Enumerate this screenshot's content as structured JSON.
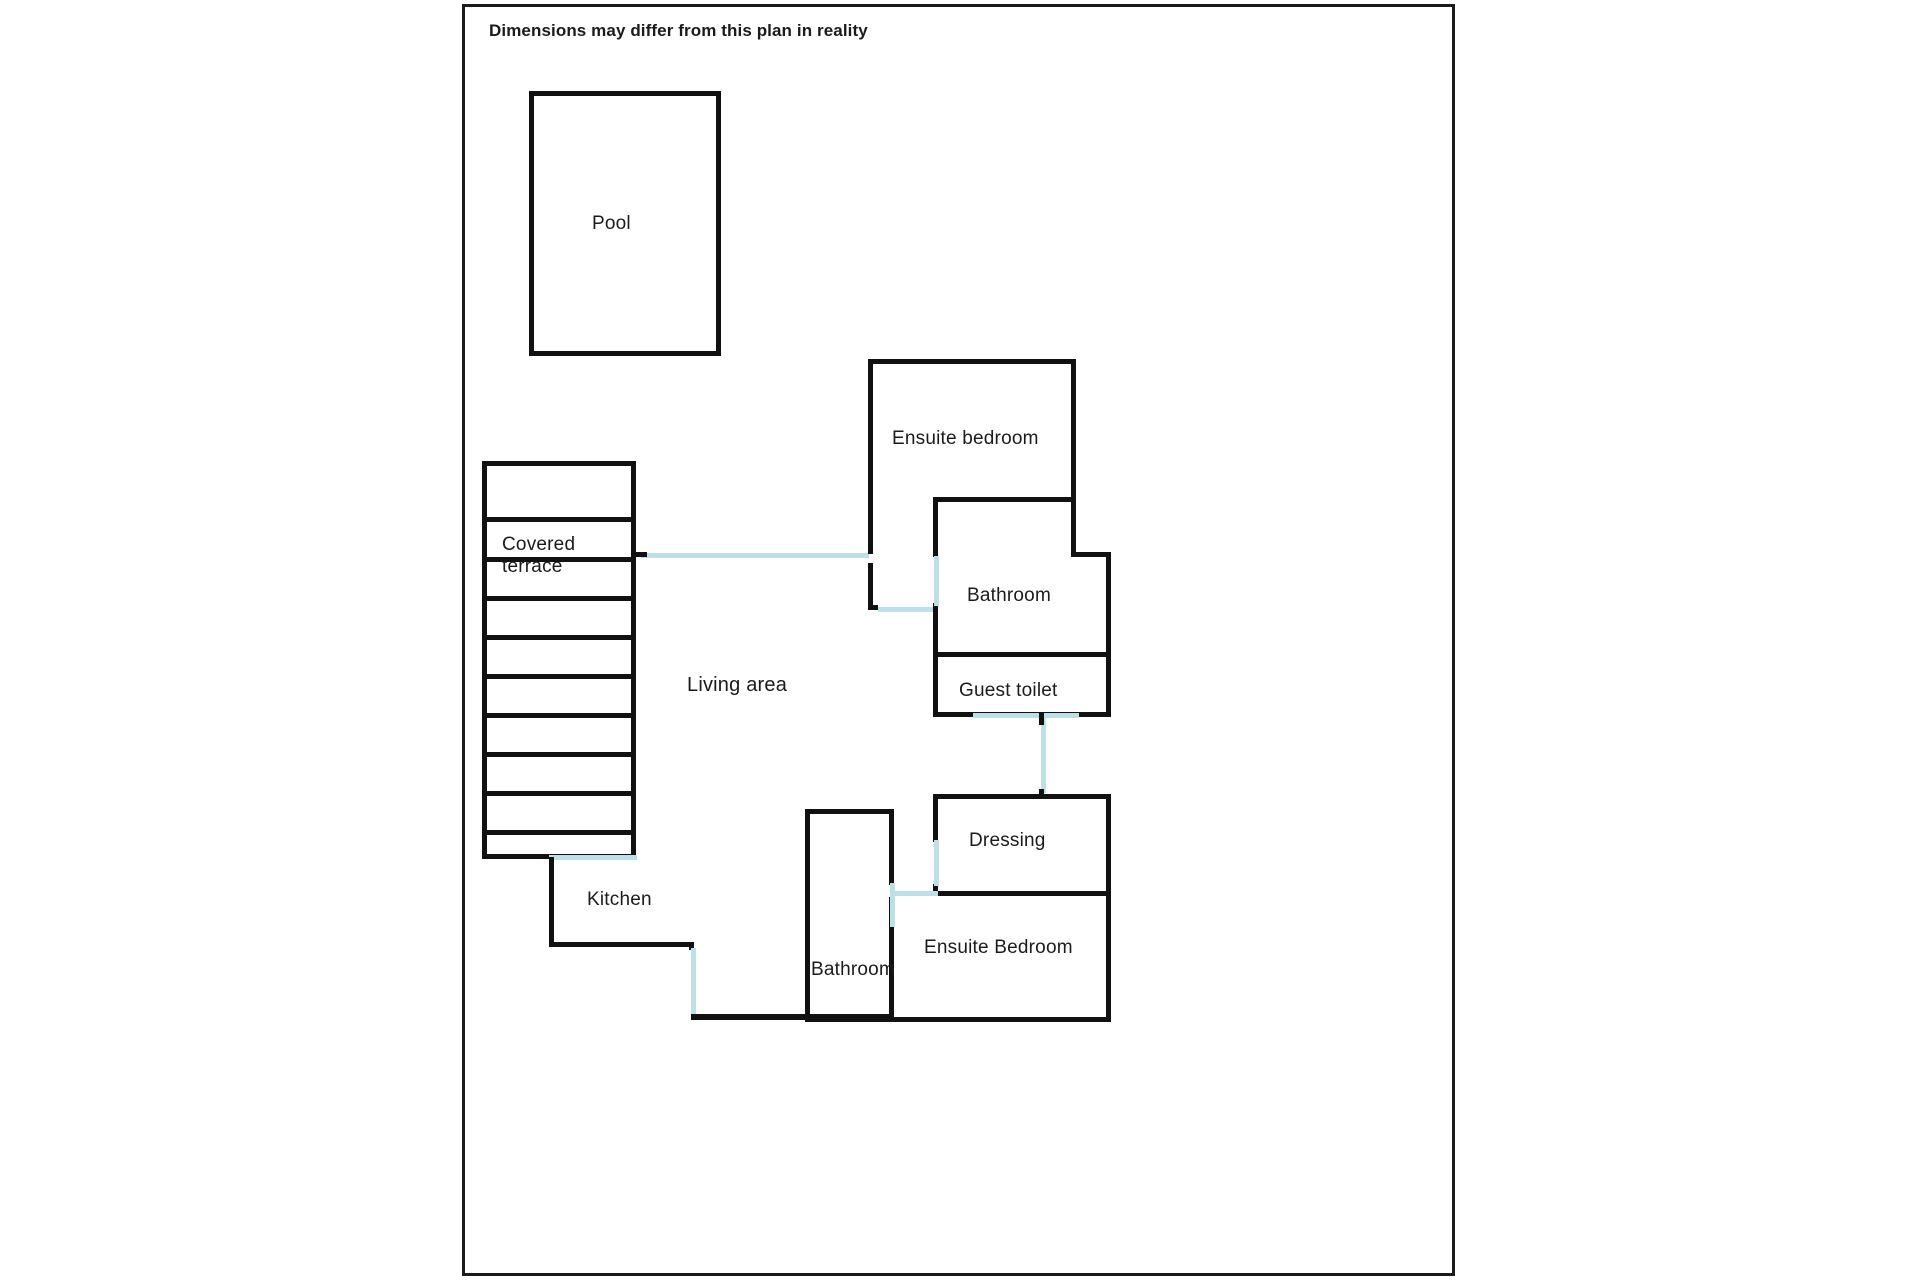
{
  "plan": {
    "disclaimer": "Dimensions may differ from this plan in reality",
    "colors": {
      "wall": "#111111",
      "door": "#bcdfe8",
      "background": "#ffffff",
      "text": "#1b1b1b"
    },
    "rooms": [
      {
        "id": "pool",
        "label": "Pool"
      },
      {
        "id": "covered-terrace",
        "label_line1": "Covered",
        "label_line2": "terrace"
      },
      {
        "id": "living-area",
        "label": "Living area"
      },
      {
        "id": "kitchen",
        "label": "Kitchen"
      },
      {
        "id": "ensuite-bedroom-upper",
        "label": "Ensuite bedroom"
      },
      {
        "id": "bathroom-upper",
        "label": "Bathroom"
      },
      {
        "id": "guest-toilet",
        "label": "Guest toilet"
      },
      {
        "id": "dressing",
        "label": "Dressing"
      },
      {
        "id": "ensuite-bedroom-lower",
        "label": "Ensuite Bedroom"
      },
      {
        "id": "bathroom-lower",
        "label": "Bathroom"
      }
    ]
  }
}
